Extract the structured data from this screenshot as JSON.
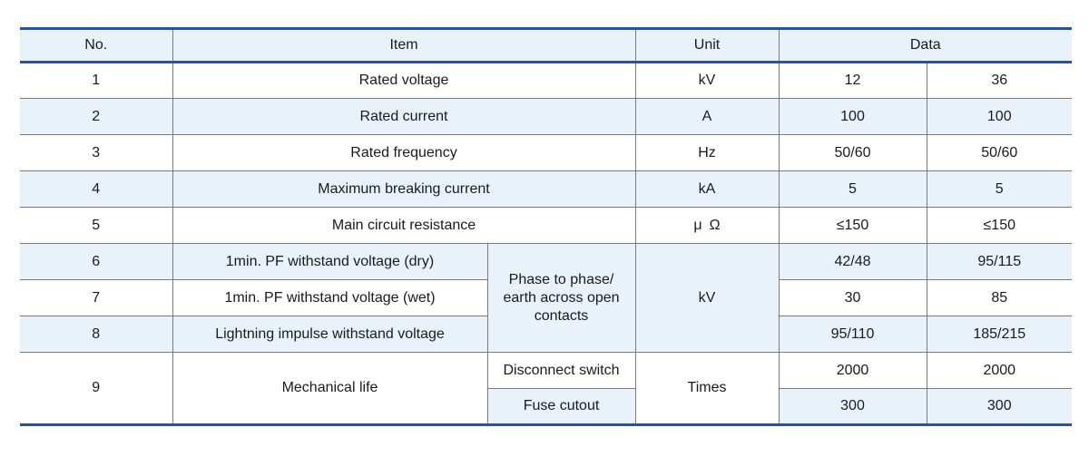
{
  "colors": {
    "accent_blue": "#2253a6",
    "stripe_light_blue": "#e9f2fb",
    "grid_gray": "#7a7a7a",
    "text": "#1a1a1a"
  },
  "table": {
    "header": {
      "no": "No.",
      "item": "Item",
      "unit": "Unit",
      "data": "Data"
    },
    "rows_simple": [
      {
        "no": "1",
        "item": "Rated voltage",
        "unit": "kV",
        "d1": "12",
        "d2": "36"
      },
      {
        "no": "2",
        "item": "Rated current",
        "unit": "A",
        "d1": "100",
        "d2": "100"
      },
      {
        "no": "3",
        "item": "Rated frequency",
        "unit": "Hz",
        "d1": "50/60",
        "d2": "50/60"
      },
      {
        "no": "4",
        "item": "Maximum breaking current",
        "unit": "kA",
        "d1": "5",
        "d2": "5"
      },
      {
        "no": "5",
        "item": "Main circuit resistance",
        "unit": "μ Ω",
        "d1": "≤150",
        "d2": "≤150"
      }
    ],
    "group_withstand": {
      "condition": "Phase to phase/ earth across open contacts",
      "unit": "kV",
      "rows": [
        {
          "no": "6",
          "item": "1min. PF withstand voltage (dry)",
          "d1": "42/48",
          "d2": "95/115"
        },
        {
          "no": "7",
          "item": "1min. PF withstand voltage (wet)",
          "d1": "30",
          "d2": "85"
        },
        {
          "no": "8",
          "item": "Lightning impulse withstand voltage",
          "d1": "95/110",
          "d2": "185/215"
        }
      ]
    },
    "group_mechanical": {
      "no": "9",
      "item": "Mechanical life",
      "unit": "Times",
      "rows": [
        {
          "sub": "Disconnect switch",
          "d1": "2000",
          "d2": "2000"
        },
        {
          "sub": "Fuse cutout",
          "d1": "300",
          "d2": "300"
        }
      ]
    }
  }
}
